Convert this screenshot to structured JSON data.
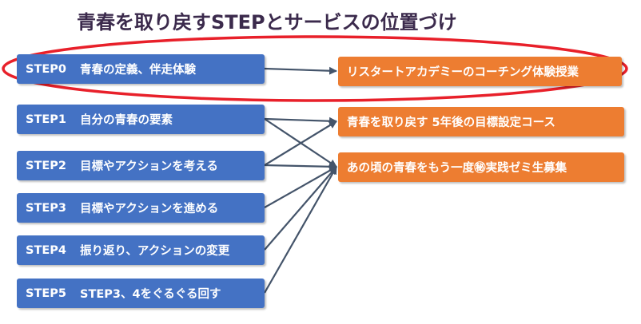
{
  "title": "青春を取り戻すSTEPとサービスの位置づけ",
  "steps": [
    {
      "code": "STEP0",
      "label": "青春の定義、伴走体験"
    },
    {
      "code": "STEP1",
      "label": "自分の青春の要素"
    },
    {
      "code": "STEP2",
      "label": "目標やアクションを考える"
    },
    {
      "code": "STEP3",
      "label": "目標やアクションを進める"
    },
    {
      "code": "STEP4",
      "label": "振り返り、アクションの変更"
    },
    {
      "code": "STEP5",
      "label": "STEP3、4をぐるぐる回す"
    }
  ],
  "services": [
    {
      "label": "リスタートアカデミーのコーチング体験授業"
    },
    {
      "label": "青春を取り戻す 5年後の目標設定コース"
    },
    {
      "label": "あの頃の青春をもう一度㊙実践ゼミ生募集"
    }
  ],
  "connections": [
    {
      "from": 0,
      "to": 0
    },
    {
      "from": 1,
      "to": 1
    },
    {
      "from": 1,
      "to": 2
    },
    {
      "from": 2,
      "to": 1
    },
    {
      "from": 2,
      "to": 2
    },
    {
      "from": 3,
      "to": 2
    },
    {
      "from": 4,
      "to": 2
    },
    {
      "from": 5,
      "to": 2
    }
  ],
  "colors": {
    "step": "#4472c4",
    "service": "#ed7d31",
    "highlight": "#e8202a",
    "connector": "#44546a",
    "title": "#3b2a4c"
  }
}
